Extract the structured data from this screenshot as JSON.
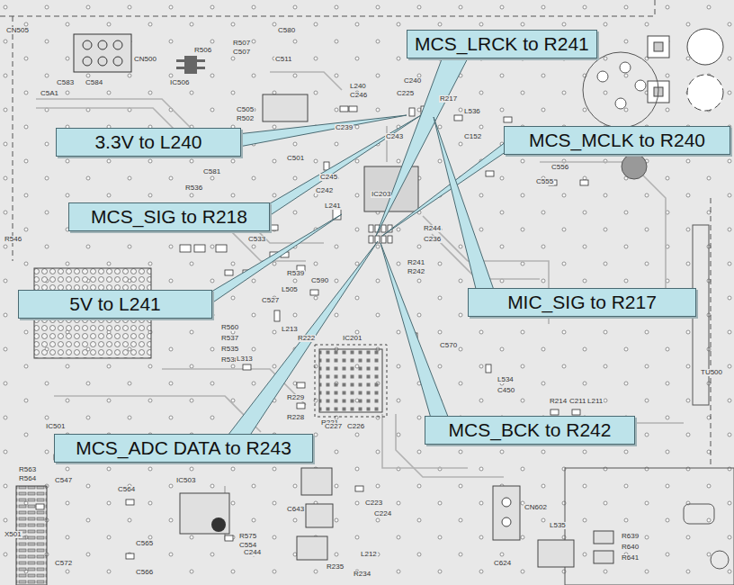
{
  "diagram": {
    "nodes": [
      {
        "text": [
          "MCS_LRCK to R241"
        ]
      },
      {
        "text": [
          "3.3V to L240"
        ]
      },
      {
        "text": [
          "MCS_MCLK to R240"
        ]
      },
      {
        "text": [
          "MCS_SIG to R218"
        ]
      },
      {
        "text": [
          "5V to L241"
        ]
      },
      {
        "text": [
          "MIC_SIG to R217"
        ]
      },
      {
        "text": [
          "MCS_BCK to R242"
        ]
      },
      {
        "text": [
          "MCS_ADC DATA to R243"
        ]
      }
    ],
    "labels": [
      "CN505",
      "CN500",
      "IC506",
      "R506",
      "R507",
      "C507",
      "C580",
      "C511",
      "C583",
      "C584",
      "C5A1",
      "L240",
      "C246",
      "C239",
      "C240",
      "C243",
      "C505",
      "R502",
      "C501",
      "C225",
      "R217",
      "L536",
      "C152",
      "C581",
      "R536",
      "C245",
      "C242",
      "IC203",
      "C555",
      "C556",
      "R241",
      "R242",
      "R244",
      "C236",
      "L241",
      "C533",
      "R539",
      "C590",
      "L505",
      "C527",
      "R560",
      "R537",
      "R535",
      "R538",
      "L213",
      "L313",
      "IC201",
      "R221",
      "R222",
      "R229",
      "R228",
      "C227",
      "C226",
      "C570",
      "L534",
      "C450",
      "R214",
      "C211",
      "L211",
      "TU500",
      "CN602",
      "L535",
      "C624",
      "C643",
      "C244",
      "C223",
      "C224",
      "L212",
      "IC503",
      "C564",
      "C565",
      "C566",
      "R575",
      "C554",
      "R235",
      "R234",
      "R639",
      "R640",
      "R641",
      "IC501",
      "R563",
      "R564",
      "C547",
      "X501",
      "C572",
      "R546"
    ]
  }
}
